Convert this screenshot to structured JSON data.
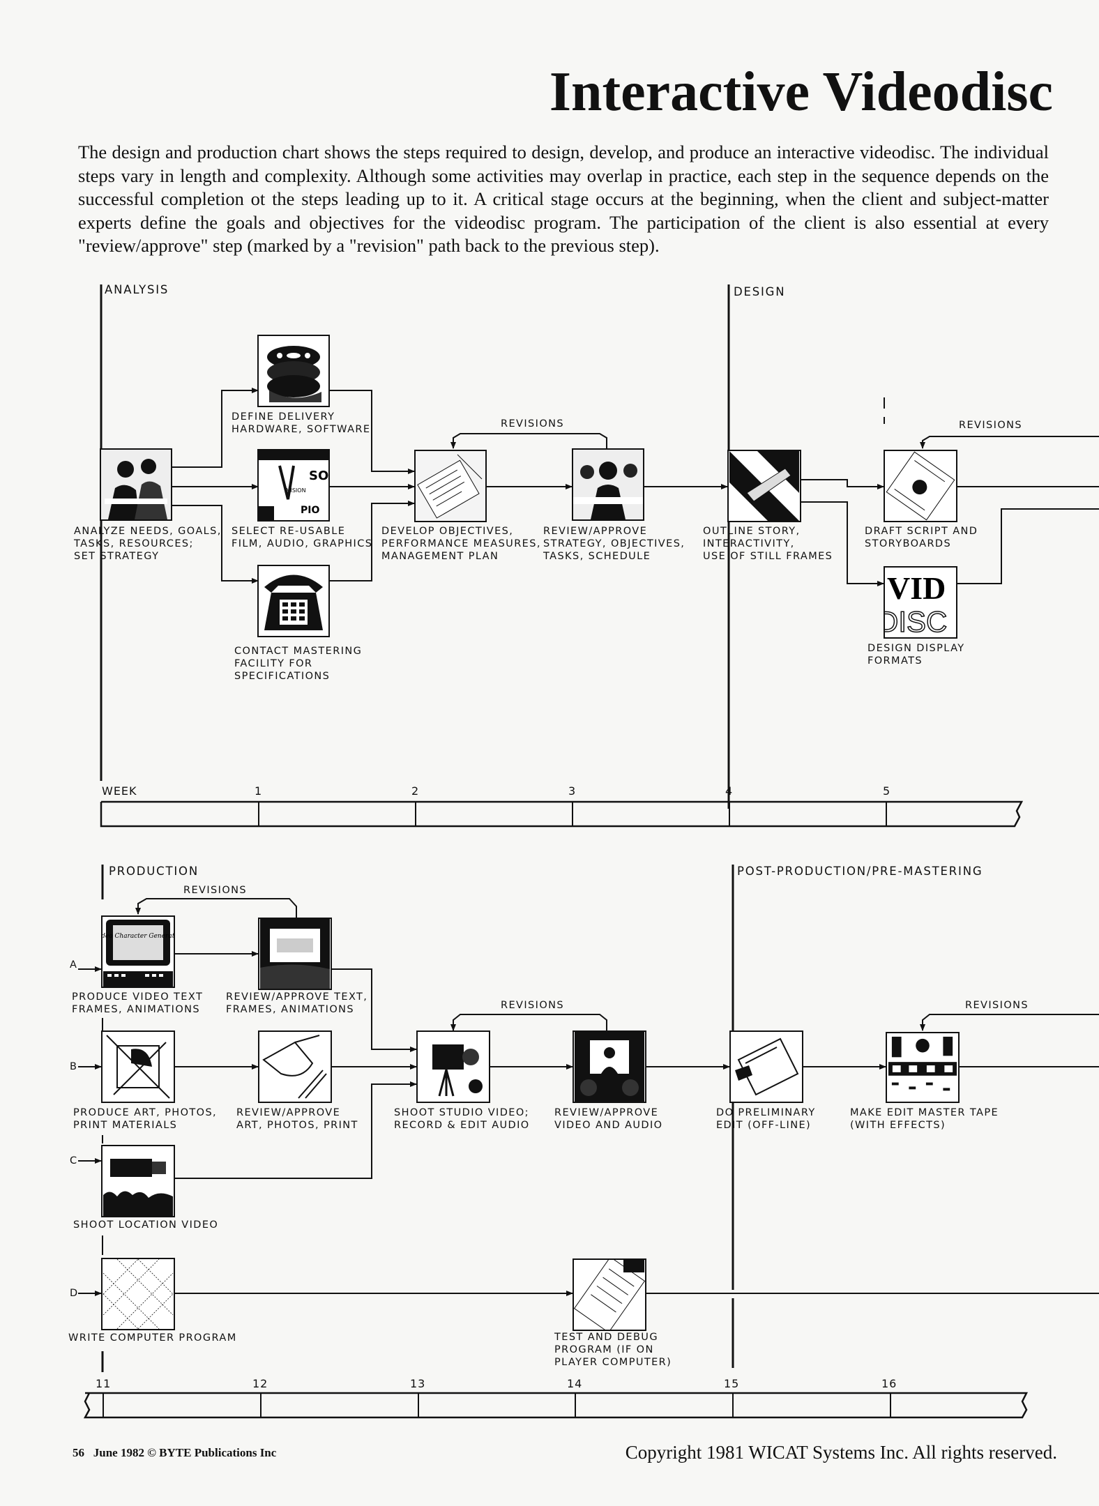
{
  "title": "Interactive Videodisc",
  "intro": "The design and production chart shows the steps required to design, develop, and produce an interactive videodisc. The individual steps vary in length and complexity. Although some activities may overlap in practice, each step in the sequence depends on the successful completion ot the steps leading up to it. A critical stage occurs at the beginning, when the client and subject-matter experts define the goals and objectives for the videodisc program. The participation of the client is also essential at every \"review/approve\" step (marked by a \"revision\" path back to the previous step).",
  "sections": {
    "analysis": "ANALYSIS",
    "design": "DESIGN",
    "production": "PRODUCTION",
    "post": "POST-PRODUCTION/PRE-MASTERING"
  },
  "revisions": "REVISIONS",
  "top_steps": {
    "analyze": "ANALYZE NEEDS, GOALS,\nTASKS, RESOURCES;\nSET STRATEGY",
    "define": "DEFINE DELIVERY\nHARDWARE, SOFTWARE",
    "select": "SELECT RE-USABLE\nFILM, AUDIO, GRAPHICS",
    "contact": "CONTACT MASTERING\nFACILITY FOR\nSPECIFICATIONS",
    "develop": "DEVELOP OBJECTIVES,\nPERFORMANCE MEASURES,\nMANAGEMENT PLAN",
    "review_strategy": "REVIEW/APPROVE\nSTRATEGY, OBJECTIVES,\nTASKS, SCHEDULE",
    "outline": "OUTLINE STORY,\nINTERACTIVITY,\nUSE OF STILL FRAMES",
    "draft": "DRAFT SCRIPT AND\nSTORYBOARDS",
    "display": "DESIGN DISPLAY\nFORMATS"
  },
  "bottom_steps": {
    "produce_text": "PRODUCE VIDEO TEXT\nFRAMES, ANIMATIONS",
    "review_text": "REVIEW/APPROVE TEXT,\nFRAMES, ANIMATIONS",
    "produce_art": "PRODUCE ART, PHOTOS,\nPRINT MATERIALS",
    "review_art": "REVIEW/APPROVE\nART, PHOTOS, PRINT",
    "shoot_location": "SHOOT LOCATION VIDEO",
    "write_program": "WRITE COMPUTER PROGRAM",
    "shoot_studio": "SHOOT STUDIO VIDEO;\nRECORD & EDIT AUDIO",
    "review_video": "REVIEW/APPROVE\nVIDEO AND AUDIO",
    "test_debug": "TEST AND DEBUG\nPROGRAM (IF ON\nPLAYER COMPUTER)",
    "prelim_edit": "DO PRELIMINARY\nEDIT (OFF-LINE)",
    "master_tape": "MAKE EDIT MASTER TAPE\n(WITH EFFECTS)"
  },
  "inputs": {
    "a": "A",
    "b": "B",
    "c": "C",
    "d": "D"
  },
  "icon_text": {
    "select_so": "SO",
    "select_pio": "PIO",
    "select_vision": "VISION",
    "display_vid": "VID",
    "display_disc": "DISC",
    "generator": "Video Character Generator"
  },
  "timeline_top": {
    "label": "WEEK",
    "weeks": [
      "1",
      "2",
      "3",
      "4",
      "5"
    ]
  },
  "timeline_bottom": {
    "weeks": [
      "11",
      "12",
      "13",
      "14",
      "15",
      "16"
    ]
  },
  "footer_left": "56   June 1982 © BYTE Publications Inc",
  "footer_right": "Copyright 1981 WICAT Systems Inc. All rights reserved."
}
